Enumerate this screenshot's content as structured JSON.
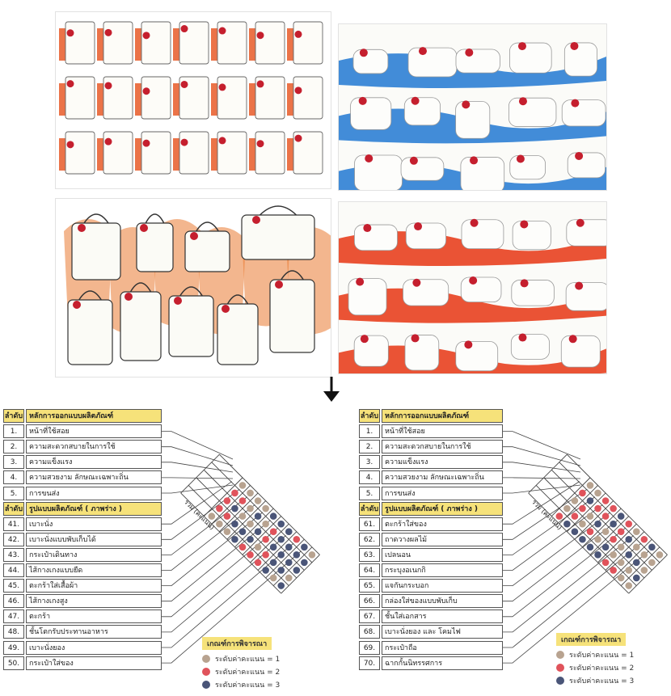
{
  "colors": {
    "level1": "#b8a390",
    "level2": "#e0535b",
    "level3": "#4a5578",
    "header_fill": "#f6e27a",
    "sketch_orange": "#e85a28",
    "sketch_blue": "#2e7fd4",
    "sketch_red": "#e8401f",
    "pin_red": "#c51f2e"
  },
  "sketch_panels": [
    {
      "name": "sketch-orange-packaging",
      "accent": "#e85a28",
      "style": "packaging"
    },
    {
      "name": "sketch-blue-strips",
      "accent": "#2e7fd4",
      "style": "strips"
    },
    {
      "name": "sketch-orange-bags",
      "accent": "#ea7a32",
      "style": "bags"
    },
    {
      "name": "sketch-red-strips",
      "accent": "#e8401f",
      "style": "strips"
    }
  ],
  "left_matrix": {
    "header1": {
      "num": "ลำดับ",
      "label": "หลักการออกแบบผลิตภัณฑ์"
    },
    "principles": [
      {
        "num": "1.",
        "label": "หน้าที่ใช้สอย"
      },
      {
        "num": "2.",
        "label": "ความสะดวกสบายในการใช้"
      },
      {
        "num": "3.",
        "label": "ความแข็งแรง"
      },
      {
        "num": "4.",
        "label": "ความสวยงาม ลักษณะเฉพาะถิ่น"
      },
      {
        "num": "5.",
        "label": "การขนส่ง"
      }
    ],
    "header2": {
      "num": "ลำดับ",
      "label": "รูปแบบผลิตภัณฑ์ ( ภาพร่าง )"
    },
    "designs": [
      {
        "num": "41.",
        "label": "เบาะนั่ง"
      },
      {
        "num": "42.",
        "label": "เบาะนั่งแบบพับเก็บได้"
      },
      {
        "num": "43.",
        "label": "กระเป๋าเดินทาง"
      },
      {
        "num": "44.",
        "label": "ไส้กางเกงแบบยืด"
      },
      {
        "num": "45.",
        "label": "ตะกร้าใส่เสื้อผ้า"
      },
      {
        "num": "46.",
        "label": "ไส้กางเกงสูง"
      },
      {
        "num": "47.",
        "label": "ตะกร้า"
      },
      {
        "num": "48.",
        "label": "ชั้นโตกรับประทานอาหาร"
      },
      {
        "num": "49.",
        "label": "เบาะนั่งยอง"
      },
      {
        "num": "50.",
        "label": "กระเป๋าใส่ของ"
      }
    ],
    "total_label": "รวม (คะแนน)",
    "legend": {
      "title": "เกณฑ์การพิจารณา",
      "items": [
        "ระดับค่าคะแนน = 1",
        "ระดับค่าคะแนน = 2",
        "ระดับค่าคะแนน = 3"
      ]
    }
  },
  "right_matrix": {
    "header1": {
      "num": "ลำดับ",
      "label": "หลักการออกแบบผลิตภัณฑ์"
    },
    "principles": [
      {
        "num": "1.",
        "label": "หน้าที่ใช้สอย"
      },
      {
        "num": "2.",
        "label": "ความสะดวกสบายในการใช้"
      },
      {
        "num": "3.",
        "label": "ความแข็งแรง"
      },
      {
        "num": "4.",
        "label": "ความสวยงาม ลักษณะเฉพาะถิ่น"
      },
      {
        "num": "5.",
        "label": "การขนส่ง"
      }
    ],
    "header2": {
      "num": "ลำดับ",
      "label": "รูปแบบผลิตภัณฑ์ ( ภาพร่าง )"
    },
    "designs": [
      {
        "num": "61.",
        "label": "ตะกร้าใส่ของ"
      },
      {
        "num": "62.",
        "label": "ถาดวางผลไม้"
      },
      {
        "num": "63.",
        "label": "เปลนอน"
      },
      {
        "num": "64.",
        "label": "กระบุงอเนกกิ"
      },
      {
        "num": "65.",
        "label": "แจกันกระบอก"
      },
      {
        "num": "66.",
        "label": "กล่องใส่ของแบบพับเก็บ"
      },
      {
        "num": "67.",
        "label": "ชั้นใส่เอกสาร"
      },
      {
        "num": "68.",
        "label": "เบาะนั่งยอง และ โคมไฟ"
      },
      {
        "num": "69.",
        "label": "กระเป๋าถือ"
      },
      {
        "num": "70.",
        "label": "ฉากกั้นนิทรรศการ"
      }
    ],
    "total_label": "รวม (คะแนน)",
    "legend": {
      "title": "เกณฑ์การพิจารณา",
      "items": [
        "ระดับค่าคะแนน = 1",
        "ระดับค่าคะแนน = 2",
        "ระดับค่าคะแนน = 3"
      ]
    }
  }
}
